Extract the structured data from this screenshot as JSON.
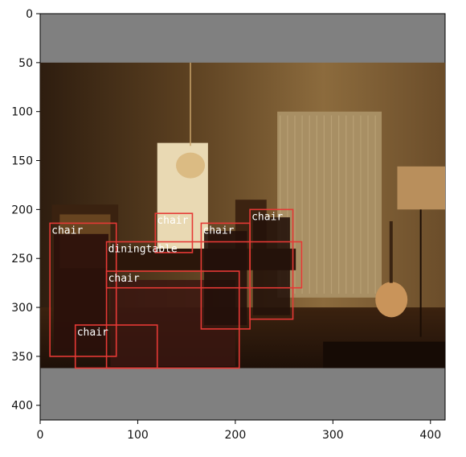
{
  "chart_data": {
    "type": "image-annotation",
    "title": "",
    "xlabel": "",
    "ylabel": "",
    "xlim": [
      0,
      415
    ],
    "ylim": [
      415,
      0
    ],
    "x_ticks": [
      0,
      100,
      200,
      300,
      400
    ],
    "y_ticks": [
      0,
      50,
      100,
      150,
      200,
      250,
      300,
      350,
      400
    ],
    "image_extent": {
      "x": [
        0,
        415
      ],
      "y": [
        50,
        362
      ]
    },
    "padding_color": "#808080",
    "box_color": "#e53935",
    "label_color": "#ffffff",
    "boxes": [
      {
        "label": "chair",
        "x0": 10,
        "y0": 214,
        "x1": 78,
        "y1": 350
      },
      {
        "label": "chair",
        "x0": 118,
        "y0": 204,
        "x1": 156,
        "y1": 244
      },
      {
        "label": "chair",
        "x0": 165,
        "y0": 214,
        "x1": 215,
        "y1": 322
      },
      {
        "label": "chair",
        "x0": 215,
        "y0": 200,
        "x1": 259,
        "y1": 312
      },
      {
        "label": "diningtable",
        "x0": 68,
        "y0": 233,
        "x1": 268,
        "y1": 280
      },
      {
        "label": "chair",
        "x0": 68,
        "y0": 263,
        "x1": 204,
        "y1": 362
      },
      {
        "label": "chair",
        "x0": 36,
        "y0": 318,
        "x1": 120,
        "y1": 362
      }
    ]
  }
}
